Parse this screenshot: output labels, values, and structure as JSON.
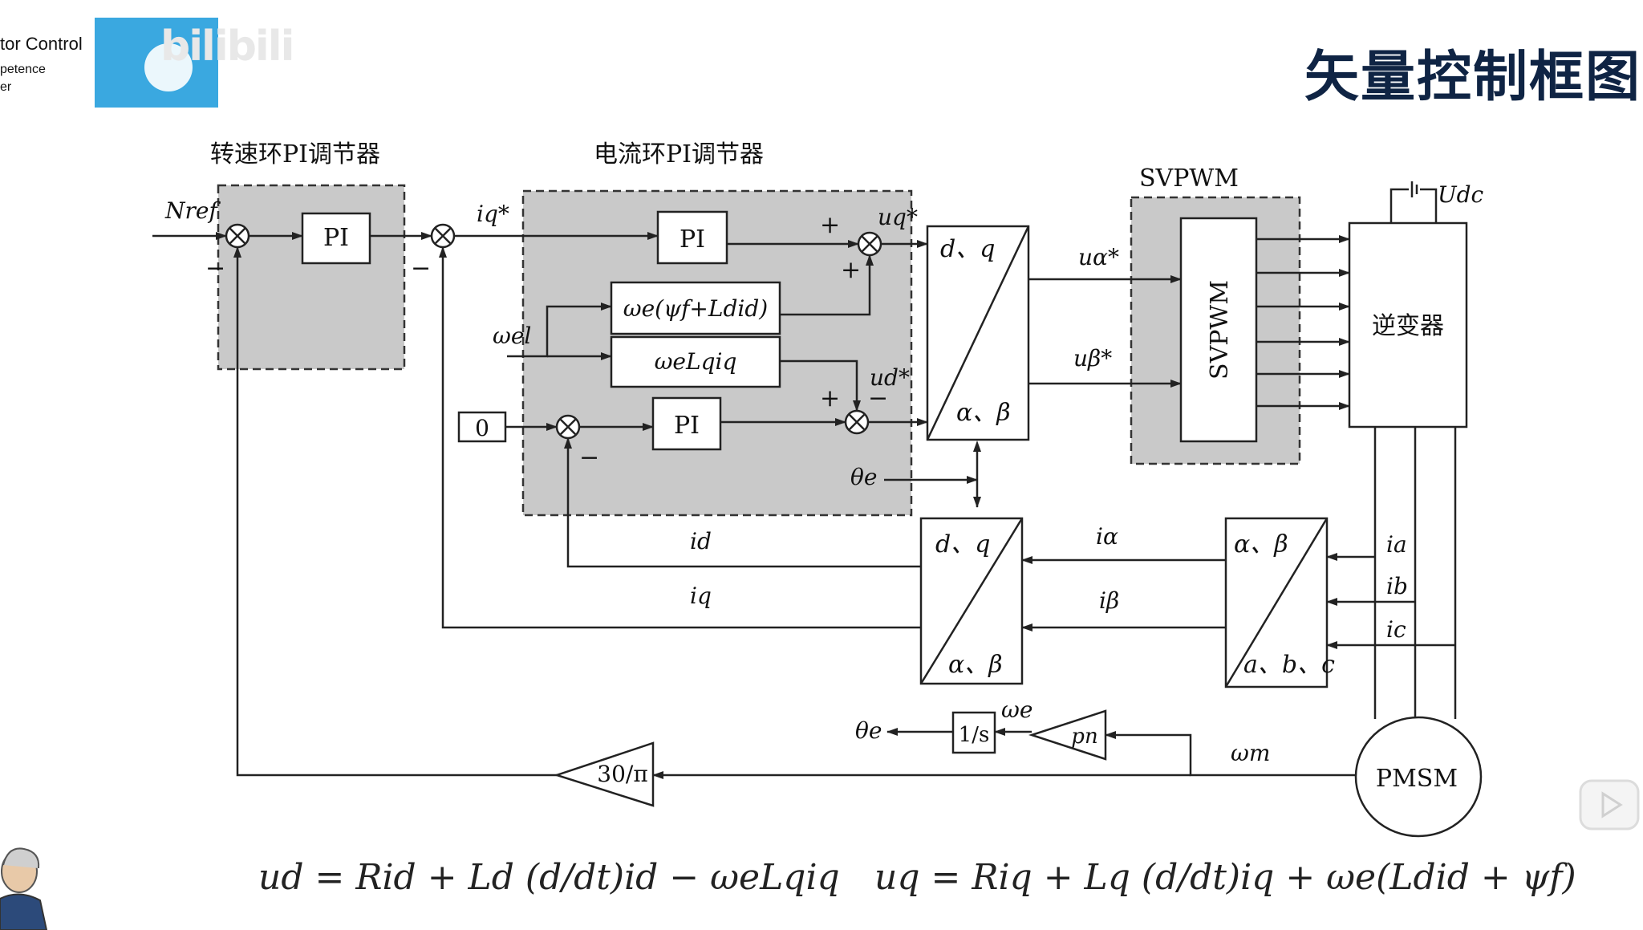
{
  "header": {
    "logo_line1": "tor Control",
    "logo_line2": "petence",
    "logo_line3": "er",
    "watermark": "bilibili",
    "title": "矢量控制框图"
  },
  "labels": {
    "speed_loop": "转速环PI调节器",
    "current_loop": "电流环PI调节器",
    "svpwm_title": "SVPWM",
    "svpwm_block": "SVPWM",
    "inverter": "逆变器",
    "pmsm": "PMSM",
    "pi": "PI",
    "zero": "0",
    "integrator": "1/s",
    "gain_30pi": "30/π",
    "omega_e_psi": "ωe(ψf+Ldid)",
    "omega_e_Lq": "ωeLqiq",
    "dq": "d、q",
    "ab": "α、β",
    "abc": "a、b、c",
    "n_ref": "Nref",
    "iq_star": "iq*",
    "uq_star": "uq*",
    "ud_star": "ud*",
    "u_alpha": "uα*",
    "u_beta": "uβ*",
    "omega_el": "ωel",
    "theta_e": "θe",
    "id": "id",
    "iq": "iq",
    "i_alpha": "iα",
    "i_beta": "iβ",
    "ia": "ia",
    "ib": "ib",
    "ic": "ic",
    "udc": "Udc",
    "omega_e": "ωe",
    "omega_m": "ωm",
    "pn": "pn",
    "plus": "+",
    "minus": "−"
  },
  "formulas": {
    "ud": "ud = Rid + Ld (d/dt)id − ωeLqiq",
    "uq": "uq = Riq + Lq (d/dt)iq + ωe(Ldid + ψf)"
  },
  "colors": {
    "title": "#0f2444",
    "shade": "#c9c9c9",
    "logo_blue": "#3aa8e0",
    "line": "#222222"
  }
}
